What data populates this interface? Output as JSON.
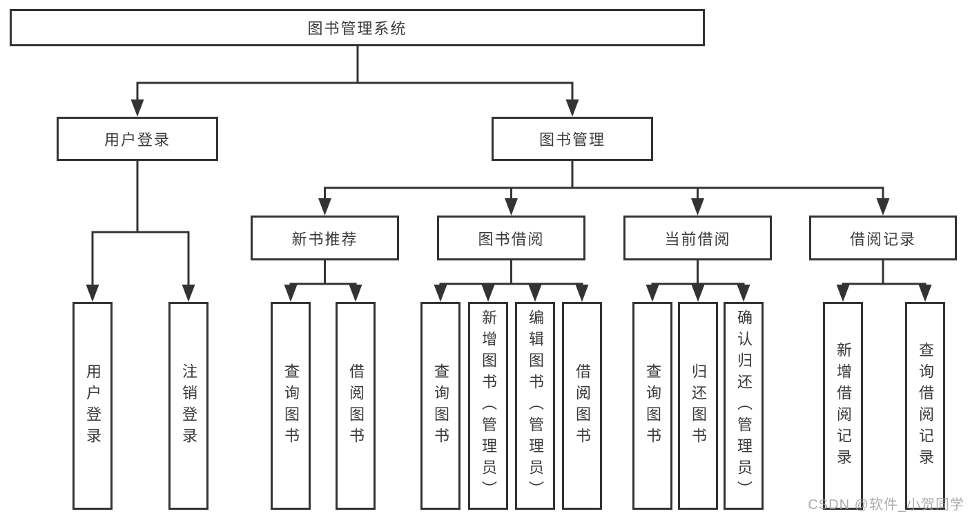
{
  "root": {
    "label": "图书管理系统"
  },
  "branches": [
    {
      "label": "用户登录",
      "children": [
        {
          "label": "用户登录"
        },
        {
          "label": "注销登录"
        }
      ]
    },
    {
      "label": "图书管理",
      "children": [
        {
          "label": "新书推荐",
          "children": [
            {
              "label": "查询图书"
            },
            {
              "label": "借阅图书"
            }
          ]
        },
        {
          "label": "图书借阅",
          "children": [
            {
              "label": "查询图书"
            },
            {
              "label": "新增图书（管理员）"
            },
            {
              "label": "编辑图书（管理员）"
            },
            {
              "label": "借阅图书"
            }
          ]
        },
        {
          "label": "当前借阅",
          "children": [
            {
              "label": "查询图书"
            },
            {
              "label": "归还图书"
            },
            {
              "label": "确认归还（管理员）"
            }
          ]
        },
        {
          "label": "借阅记录",
          "children": [
            {
              "label": "新增借阅记录"
            },
            {
              "label": "查询借阅记录"
            }
          ]
        }
      ]
    }
  ],
  "watermark": "CSDN @软件_小贺同学",
  "colors": {
    "line": "#333333",
    "text": "#3a3a3a",
    "watermark": "#9e9e9e"
  }
}
